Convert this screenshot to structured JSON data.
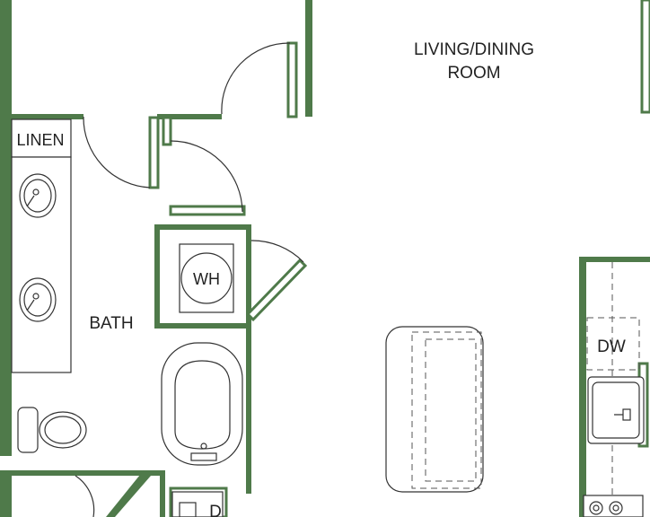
{
  "rooms": {
    "living_dining_line1": "LIVING/DINING",
    "living_dining_line2": "ROOM",
    "linen": "LINEN",
    "bath": "BATH",
    "water_heater": "WH",
    "dishwasher": "DW",
    "dryer_partial": "D"
  },
  "colors": {
    "wall": "#4f7a4a",
    "line": "#333333",
    "background": "#ffffff"
  }
}
